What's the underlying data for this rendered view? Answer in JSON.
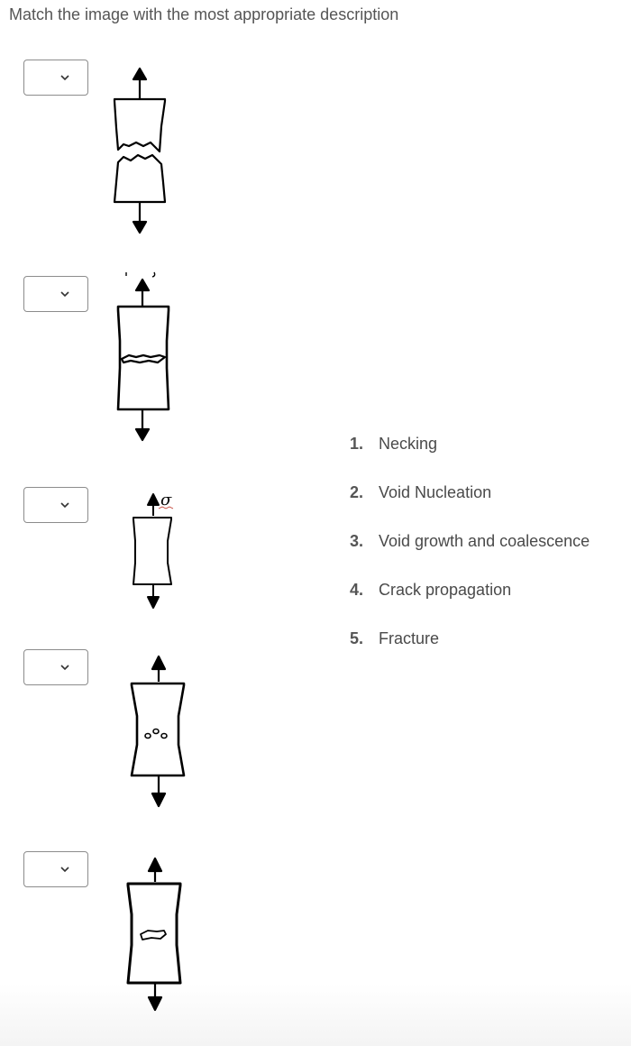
{
  "prompt": "Match the image with the most appropriate description",
  "stress_symbol": "σ",
  "rows": [
    {
      "selected": "",
      "image_icon": "fracture-specimen-icon"
    },
    {
      "selected": "",
      "image_icon": "crack-propagation-specimen-icon"
    },
    {
      "selected": "",
      "image_icon": "necking-specimen-icon"
    },
    {
      "selected": "",
      "image_icon": "void-nucleation-specimen-icon"
    },
    {
      "selected": "",
      "image_icon": "void-coalescence-specimen-icon"
    }
  ],
  "answers": [
    {
      "number": "1.",
      "label": "Necking"
    },
    {
      "number": "2.",
      "label": "Void Nucleation"
    },
    {
      "number": "3.",
      "label": "Void growth and coalescence"
    },
    {
      "number": "4.",
      "label": "Crack propagation"
    },
    {
      "number": "5.",
      "label": "Fracture"
    }
  ],
  "colors": {
    "border": "#8c8c8c",
    "text": "#4a4a4a",
    "stroke": "#000000"
  }
}
